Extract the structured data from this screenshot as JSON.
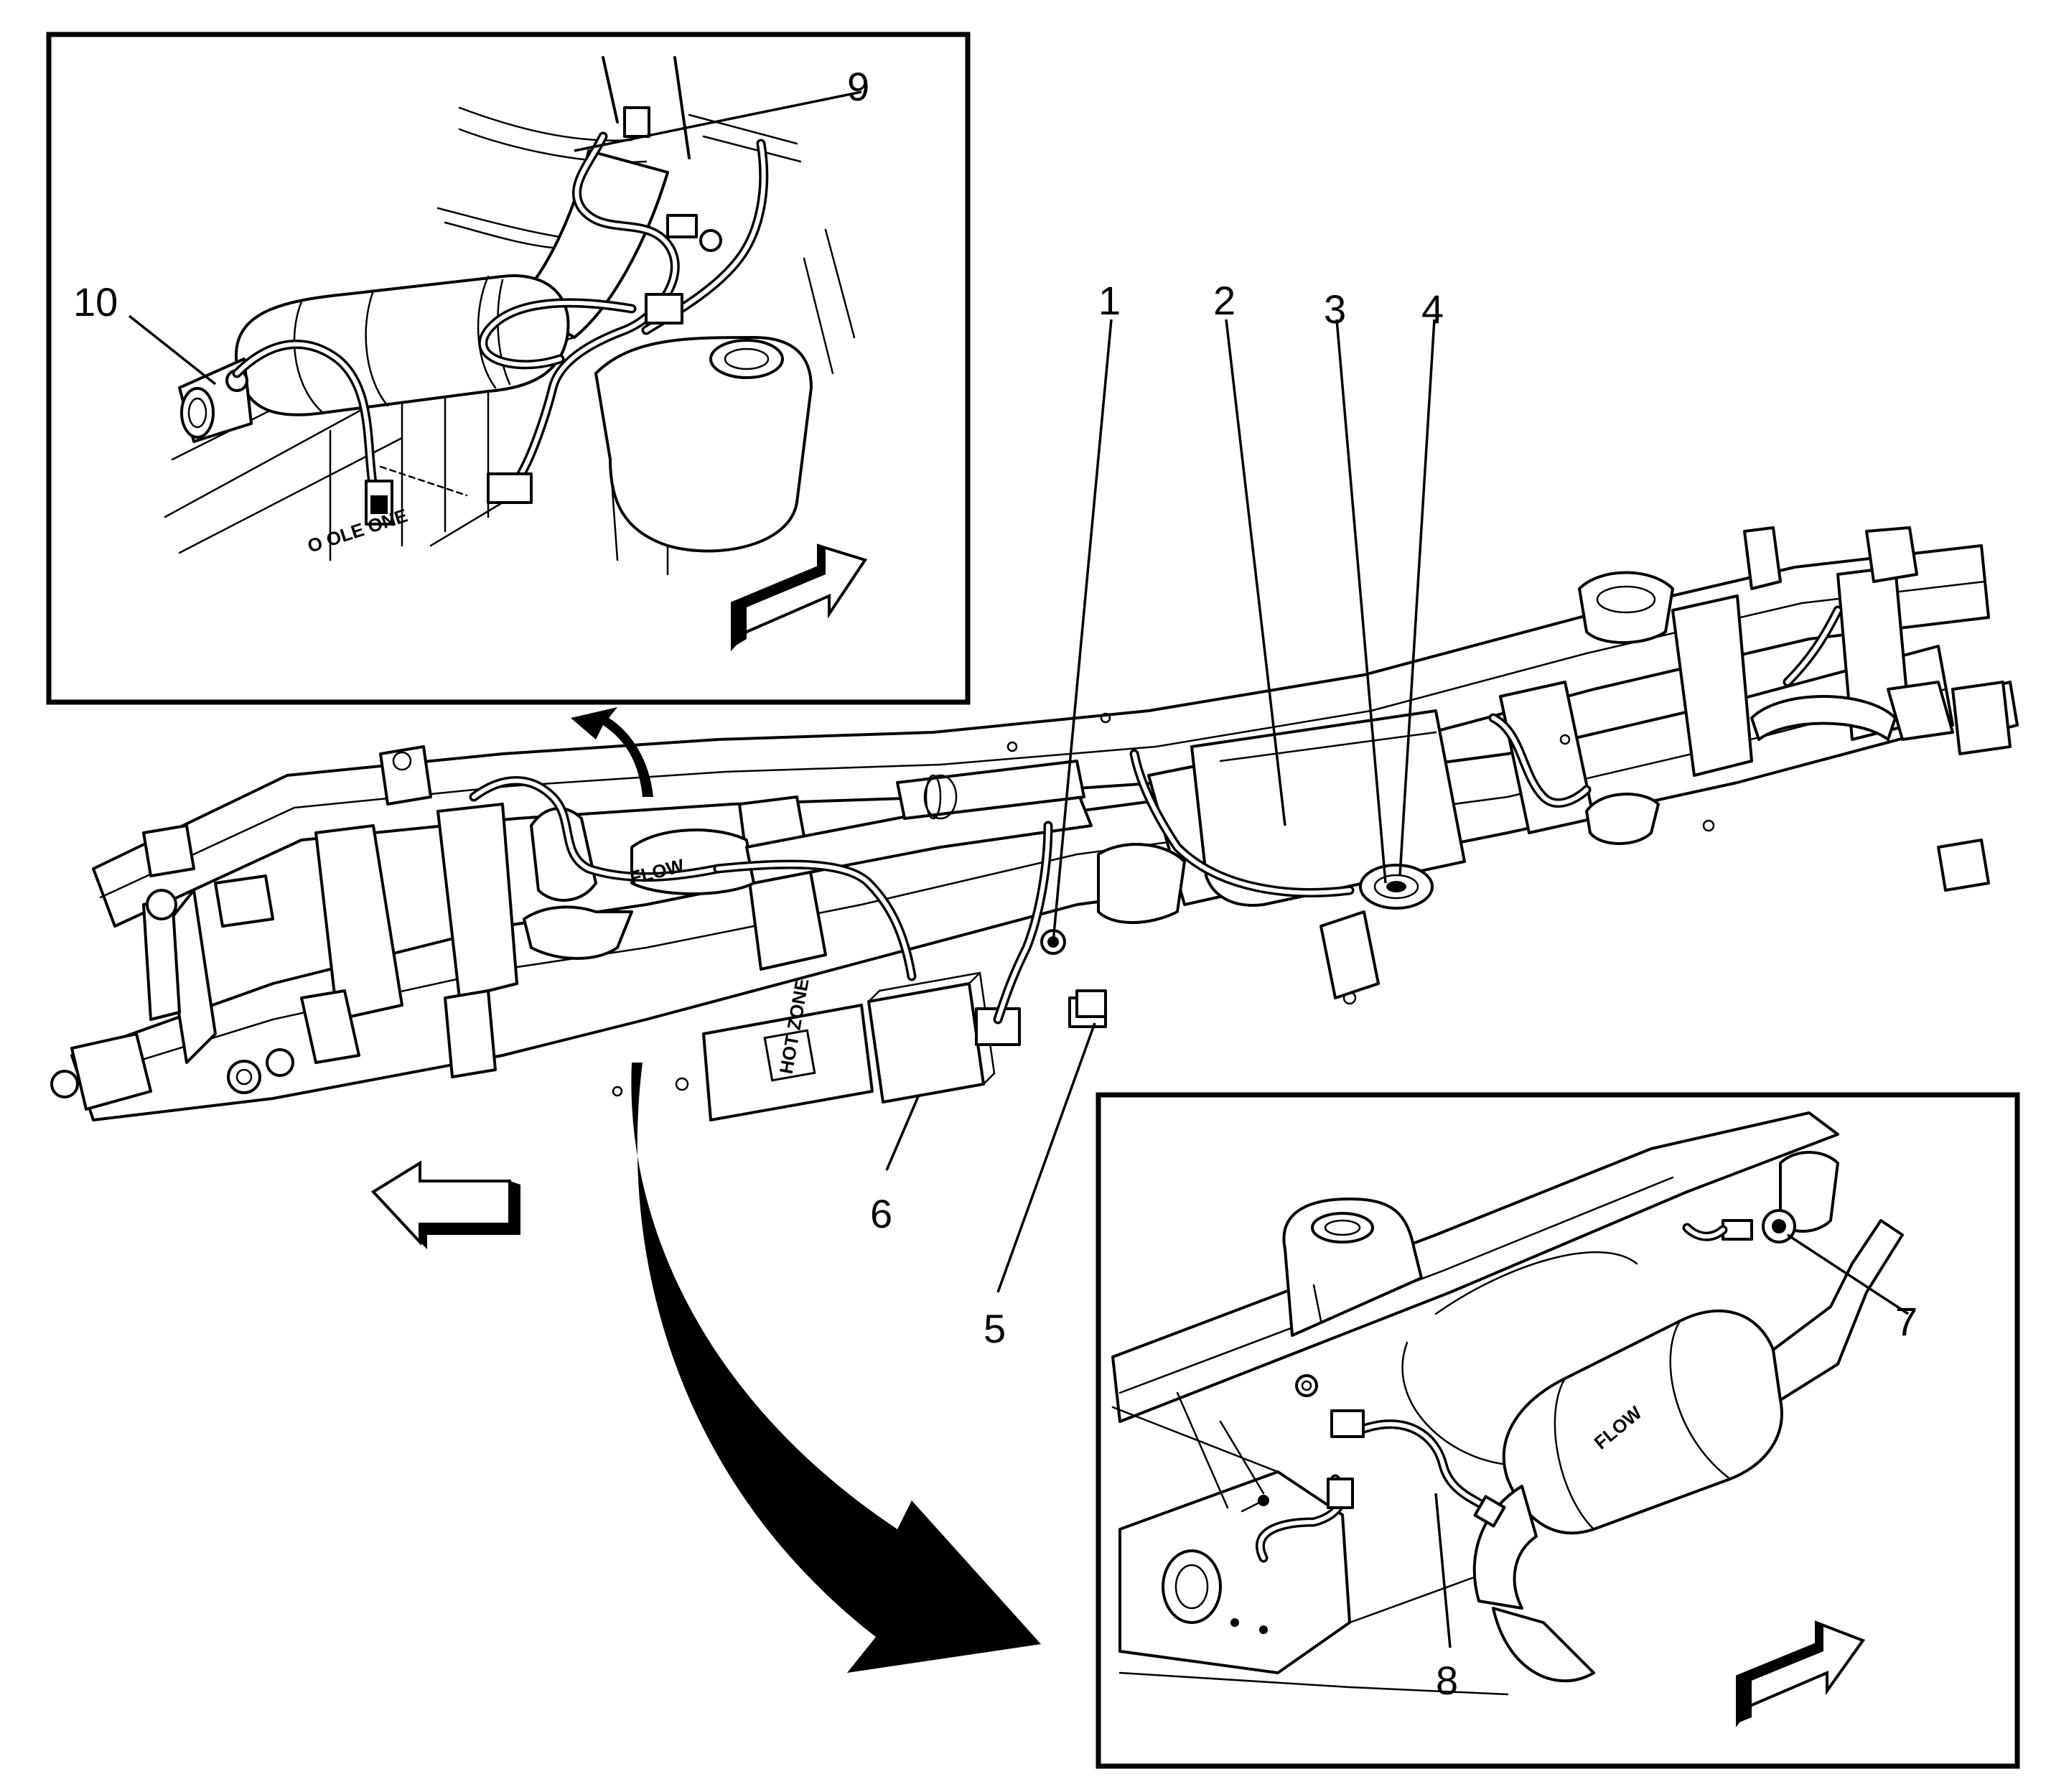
{
  "callouts": {
    "c1": "1",
    "c2": "2",
    "c3": "3",
    "c4": "4",
    "c5": "5",
    "c6": "6",
    "c7": "7",
    "c8": "8",
    "c9": "9",
    "c10": "10"
  },
  "labels": {
    "flow_bottom_inset": "FLOW",
    "flow_main": "FLOW",
    "hot_zone_label": "HOT ZONE",
    "top_inset_fragment": "O OLE ONE"
  }
}
